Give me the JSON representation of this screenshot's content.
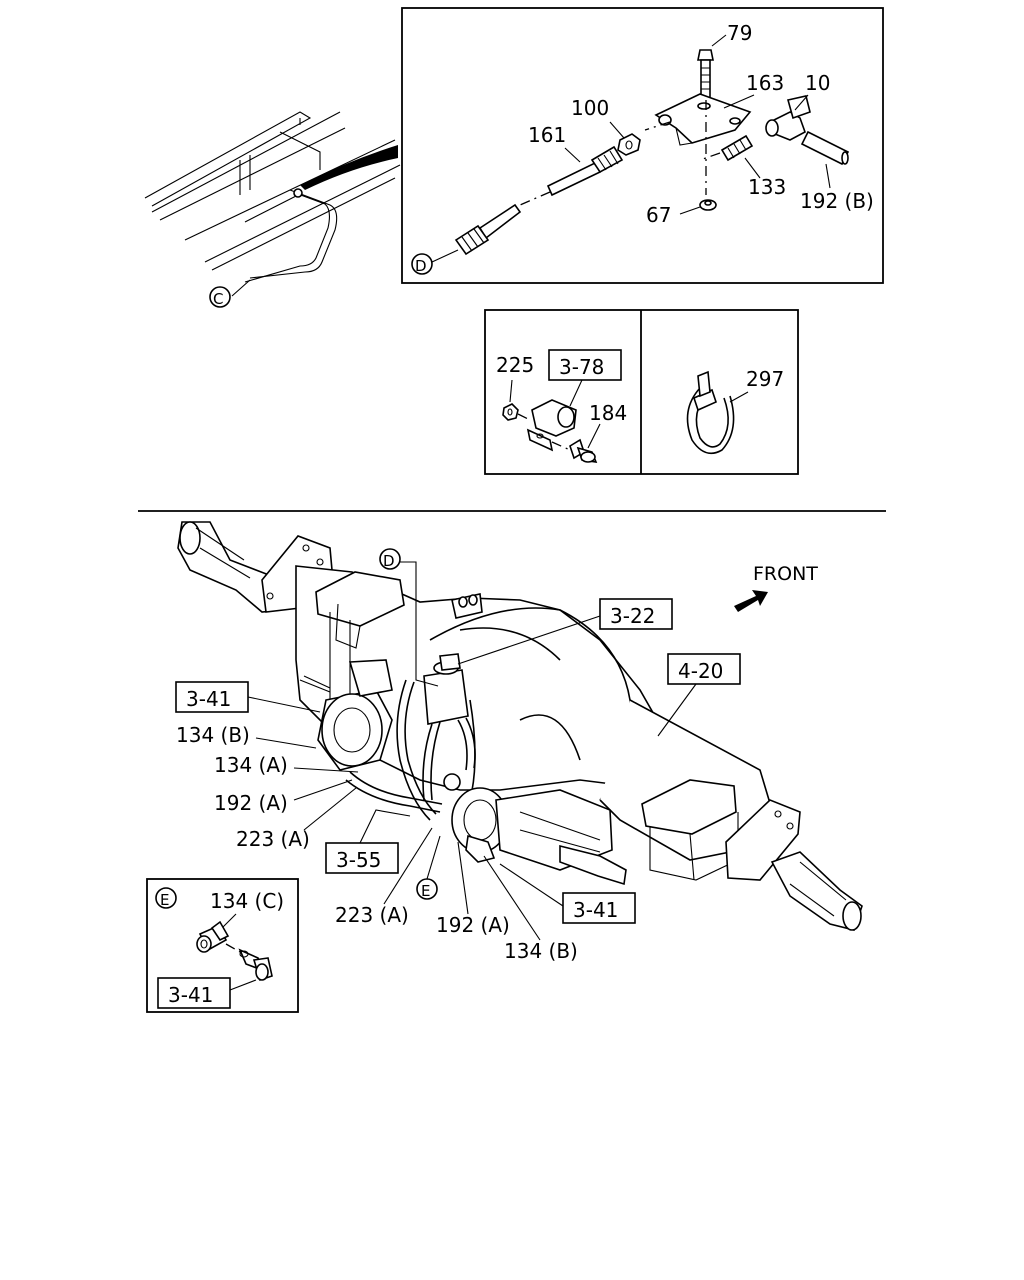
{
  "callouts": {
    "c79": "79",
    "c163": "163",
    "c10": "10",
    "c100": "100",
    "c161": "161",
    "c133": "133",
    "c192b_top": "192 (B)",
    "c67": "67",
    "c225": "225",
    "c184": "184",
    "c297": "297",
    "c134b_1": "134 (B)",
    "c134a": "134 (A)",
    "c192a_1": "192 (A)",
    "c223a_1": "223 (A)",
    "c223a_2": "223 (A)",
    "c192a_2": "192 (A)",
    "c134b_2": "134 (B)",
    "c134c": "134 (C)"
  },
  "refboxes": {
    "r378": "3-78",
    "r322": "3-22",
    "r341_a": "3-41",
    "r420": "4-20",
    "r355": "3-55",
    "r341_b": "3-41",
    "r341_c": "3-41"
  },
  "markers": {
    "c": "C",
    "d_top": "D",
    "d_main": "D",
    "e_main": "E",
    "e_inset": "E"
  },
  "direction": {
    "label": "FRONT"
  }
}
